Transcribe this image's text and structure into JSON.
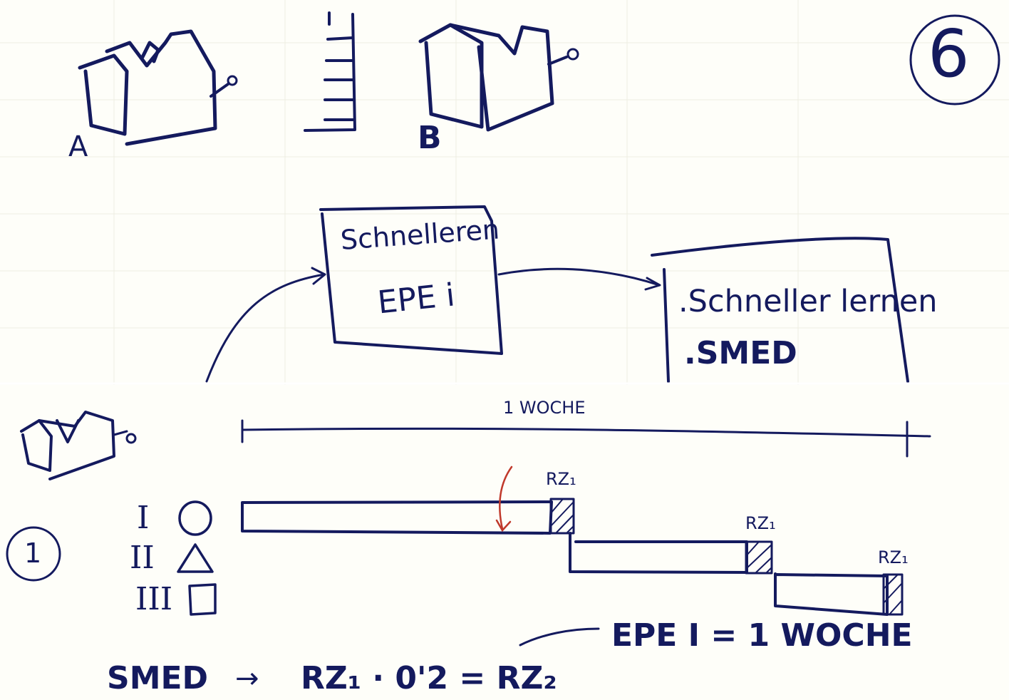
{
  "top_sketch": {
    "label_a": "A",
    "label_b": "B",
    "page_number": "6",
    "box_left": {
      "line1": "Schnelleren",
      "line2": "EPE i"
    },
    "box_right": {
      "line1": ".Schneller lernen",
      "line2": ".SMED"
    }
  },
  "bottom_sketch": {
    "week_label": "1 WOCHE",
    "rz_label": "RZ₁",
    "step_number": "1",
    "rows": [
      {
        "numeral": "I",
        "shape": "circle"
      },
      {
        "numeral": "II",
        "shape": "triangle"
      },
      {
        "numeral": "III",
        "shape": "square"
      }
    ],
    "epe_equation": "EPE I = 1 WOCHE",
    "smed_equation": {
      "left": "SMED",
      "arrow": "→",
      "right": "RZ₁ · 0'2 = RZ₂"
    }
  },
  "colors": {
    "ink": "#141a5e",
    "correction": "#c0392b",
    "paper": "#fefef9"
  }
}
